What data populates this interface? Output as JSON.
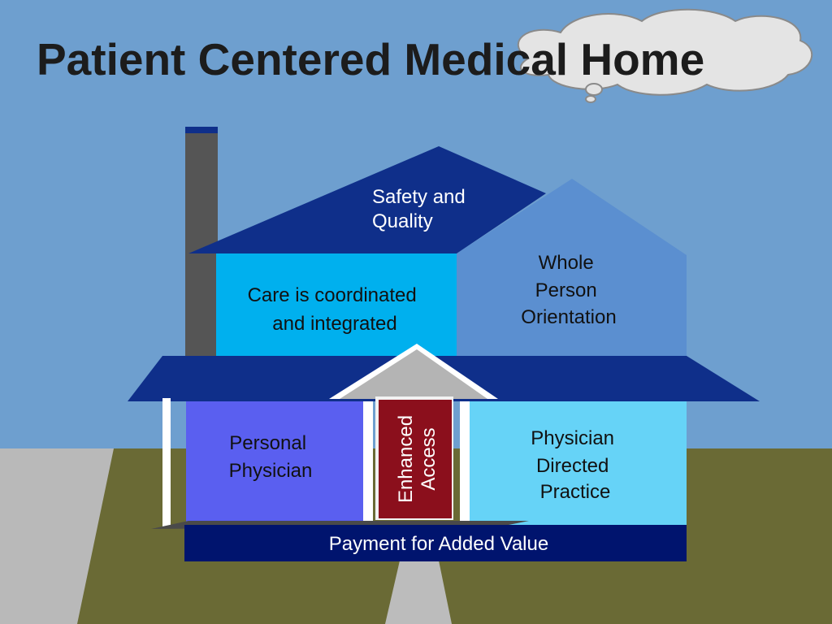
{
  "title": "Patient Centered Medical Home",
  "house": {
    "roof": {
      "lines": [
        "Safety and",
        "Quality"
      ]
    },
    "left_upper": {
      "lines": [
        "Care is coordinated",
        "and integrated"
      ]
    },
    "right_upper": {
      "lines": [
        "Whole",
        "Person",
        "Orientation"
      ]
    },
    "left_lower": {
      "lines": [
        "Personal",
        "Physician"
      ]
    },
    "door": {
      "lines": [
        "Enhanced",
        "Access"
      ]
    },
    "right_lower": {
      "lines": [
        "Physician",
        "Directed",
        "Practice"
      ]
    },
    "foundation": "Payment for Added Value"
  },
  "colors": {
    "sky": "#6e9fcf",
    "ground": "#6a6a35",
    "path": "#b9b9b9",
    "roof_navy": "#0f2f8a",
    "chimney": "#555555",
    "left_upper": "#00b0ee",
    "right_upper": "#5b8fd0",
    "left_lower": "#5a5ff0",
    "right_lower": "#66d3f7",
    "door": "#8b0f1c",
    "foundation": "#00146e",
    "porch_gable": "#b4b4b4"
  }
}
